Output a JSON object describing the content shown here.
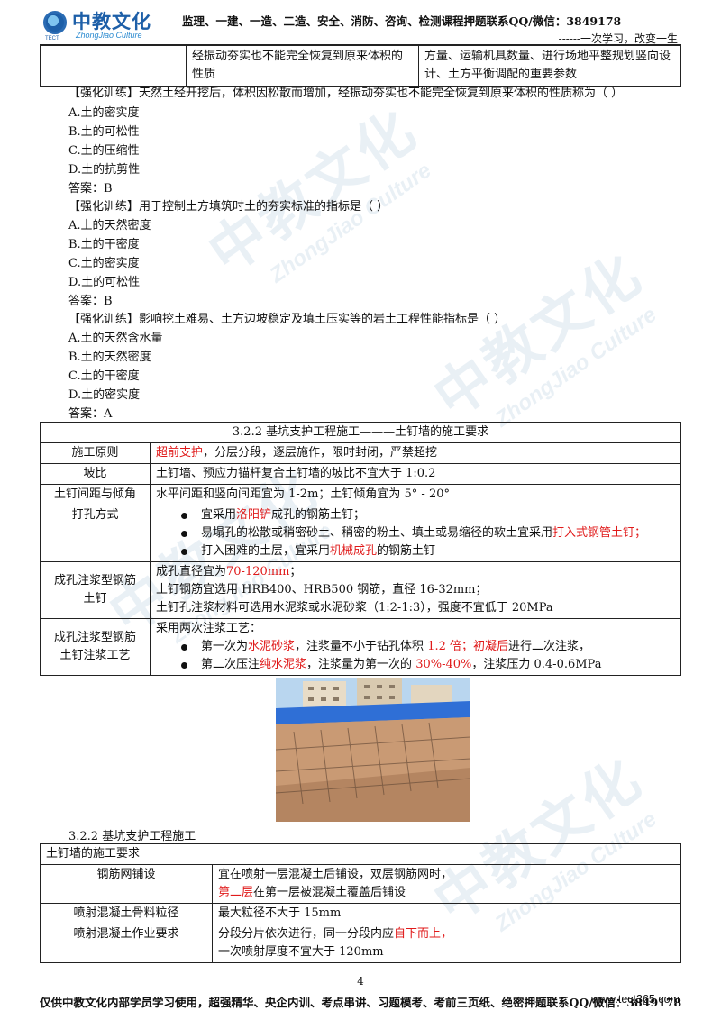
{
  "header": {
    "logo_cn": "中教文化",
    "logo_en": "ZhongJiao Culture",
    "logo_tect": "TECT",
    "title": "监理、一建、一造、二造、安全、消防、咨询、检测课程押题联系QQ/微信：3849178",
    "slogan": "------一次学习，改变一生"
  },
  "top_table": {
    "col2": "经振动夯实也不能完全恢复到原来体积的性质",
    "col3": "方量、运输机具数量、进行场地平整规划竖向设计、土方平衡调配的重要参数"
  },
  "questions": [
    {
      "stem": "【强化训练】天然土经开挖后，体积因松散而增加，经振动夯实也不能完全恢复到原来体积的性质称为（ ）",
      "options": [
        "A.土的密实度",
        "B.土的可松性",
        "C.土的压缩性",
        "D.土的抗剪性"
      ],
      "answer": "答案：B"
    },
    {
      "stem": "【强化训练】用于控制土方填筑时土的夯实标准的指标是（ ）",
      "options": [
        "A.土的天然密度",
        "B.土的干密度",
        "C.土的密实度",
        "D.土的可松性"
      ],
      "answer": "答案：B"
    },
    {
      "stem": "【强化训练】影响挖土难易、土方边坡稳定及填土压实等的岩土工程性能指标是（ ）",
      "options": [
        "A.土的天然含水量",
        "B.土的天然密度",
        "C.土的干密度",
        "D.土的密实度"
      ],
      "answer": "答案：A"
    }
  ],
  "soil_nail_table": {
    "caption": "3.2.2  基坑支护工程施工———土钉墙的施工要求",
    "principle_label": "施工原则",
    "principle_red": "超前支护",
    "principle_rest": "，分层分段，逐层施作，限时封闭，严禁超挖",
    "slope_label": "坡比",
    "slope_text": "土钉墙、预应力锚杆复合土钉墙的坡比不宜大于 1:0.2",
    "spacing_label": "土钉间距与倾角",
    "spacing_text": "水平间距和竖向间距宜为 1-2m；土钉倾角宜为 5° - 20°",
    "drill_label": "打孔方式",
    "drill_1a": "宜采用",
    "drill_1r": "洛阳铲",
    "drill_1b": "成孔的钢筋土钉；",
    "drill_2a": "易塌孔的松散或稍密砂土、稍密的粉土、填土或易缩径的软土宜采用",
    "drill_2r": "打入式钢管土钉；",
    "drill_3a": "打入困难的土层，宜采用",
    "drill_3r": "机械成孔",
    "drill_3b": "的钢筋土钉",
    "nail_label_1": "成孔注浆型钢筋",
    "nail_label_2": "土钉",
    "nail_1a": "成孔直径宜为",
    "nail_1r": "70-120mm",
    "nail_1b": "；",
    "nail_2": "土钉钢筋宜选用 HRB400、HRB500 钢筋，直径 16-32mm；",
    "nail_3": "土钉孔注浆材料可选用水泥浆或水泥砂浆（1:2-1:3），强度不宜低于 20MPa",
    "grout_label_1": "成孔注浆型钢筋",
    "grout_label_2": "土钉注浆工艺",
    "grout_intro": "采用两次注浆工艺：",
    "grout_1a": "第一次为",
    "grout_1r": "水泥砂浆",
    "grout_1b": "，注浆量不小于钻孔体积",
    "grout_1r2": "1.2 倍；初凝后",
    "grout_1c": "进行二次注浆，",
    "grout_2a": "第二次压注",
    "grout_2r": "纯水泥浆",
    "grout_2b": "，注浆量为第一次的",
    "grout_2r2": "30%-40%",
    "grout_2c": "，注浆压力 0.4-0.6MPa"
  },
  "section_title": "3.2.2  基坑支护工程施工",
  "shotcrete_table": {
    "caption": "土钉墙的施工要求",
    "mesh_label": "钢筋网铺设",
    "mesh_1": "宜在喷射一层混凝土后铺设，双层钢筋网时，",
    "mesh_2r": "第二层",
    "mesh_2b": "在第一层被混凝土覆盖后铺设",
    "agg_label": "喷射混凝土骨料粒径",
    "agg_text": "最大粒径不大于 15mm",
    "req_label": "喷射混凝土作业要求",
    "req_1a": "分段分片依次进行，同一分段内应",
    "req_1r": "自下而上，",
    "req_2": "一次喷射厚度不宜大于 120mm"
  },
  "page_number": "4",
  "footer": {
    "text": "仅供中教文化内部学员学习使用，超强精华、央企内训、考点串讲、习题模考、考前三页纸、绝密押题联系QQ/微信：3849178",
    "url": "www.tect365.com"
  },
  "watermark": {
    "cn": "中教文化",
    "en": "ZhongJiao Culture"
  }
}
